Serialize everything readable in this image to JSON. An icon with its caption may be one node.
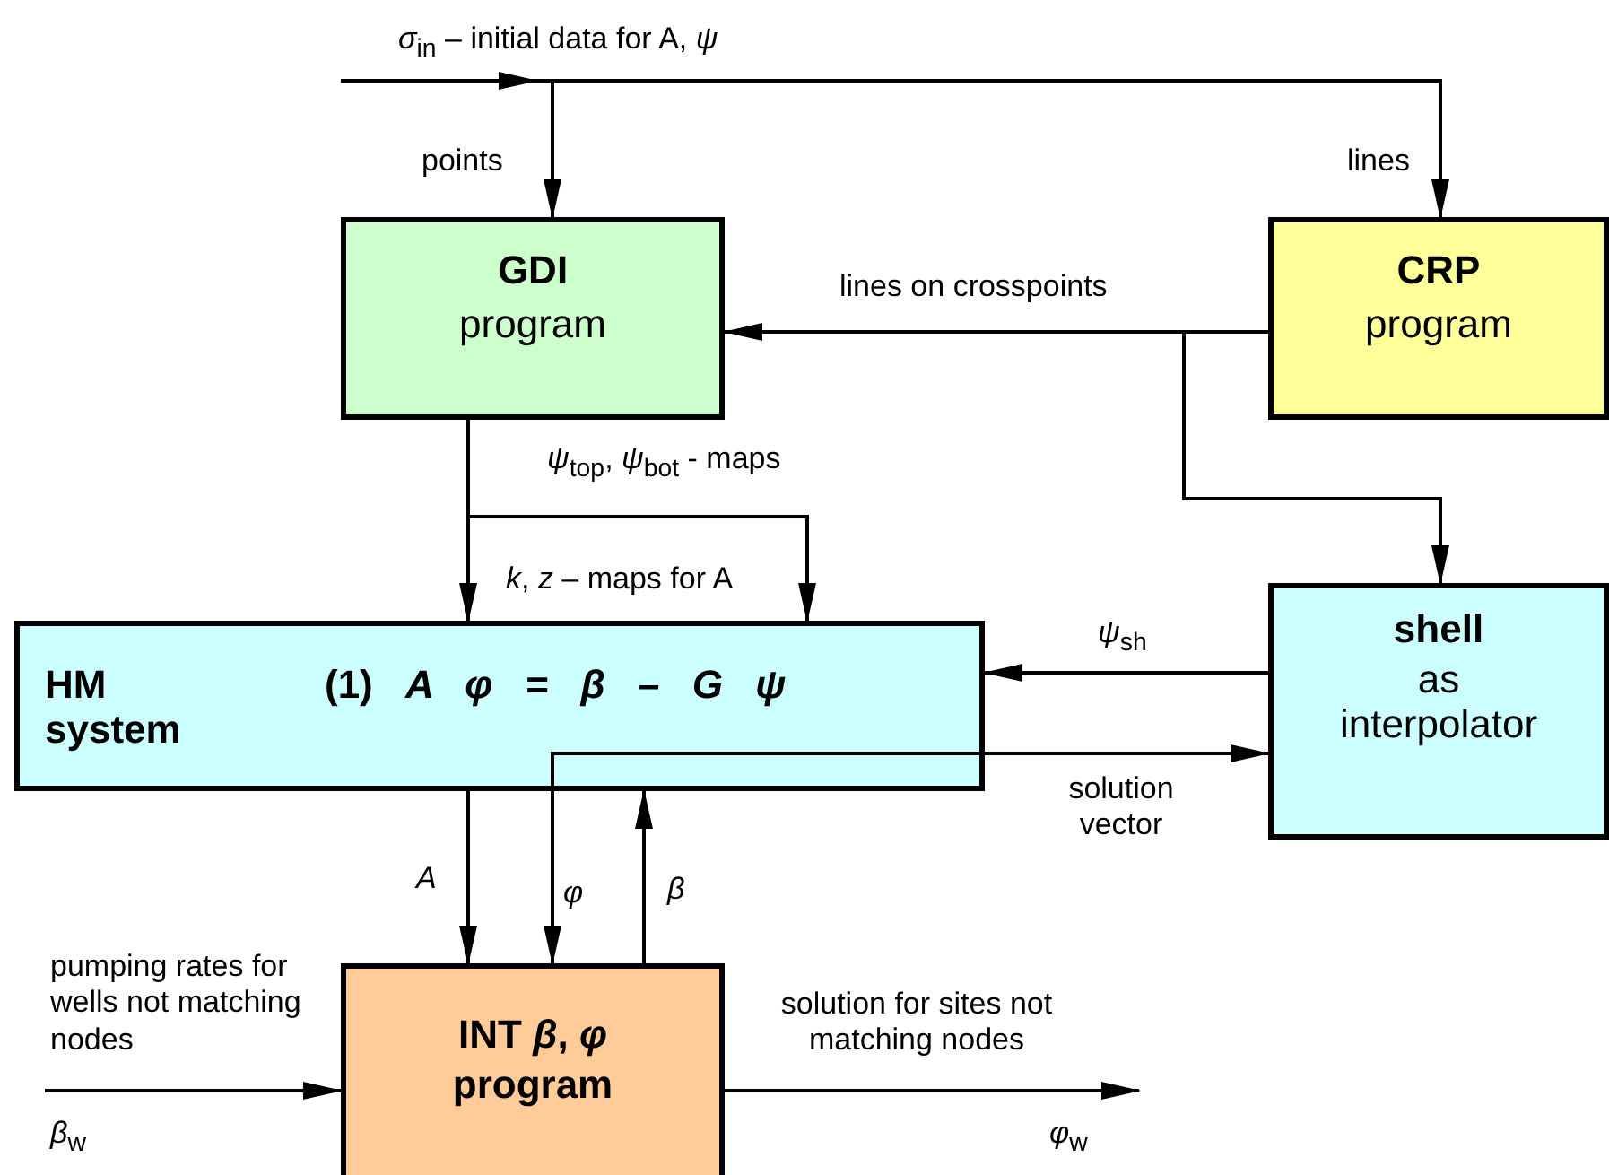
{
  "diagram": {
    "nodes": [
      {
        "text": [
          "GDI",
          "program"
        ]
      },
      {
        "text": [
          "CRP",
          "program"
        ]
      },
      {
        "text": [
          "HM system",
          "(1) *A φ = β – G ψ*"
        ]
      },
      {
        "text": [
          "shell",
          "as interpolator"
        ]
      },
      {
        "text": [
          "INT *β*, *φ*",
          "program"
        ]
      }
    ],
    "edges": [
      {
        "from": null,
        "to": 0,
        "arrow": "to",
        "label": "points"
      },
      {
        "from": null,
        "to": 1,
        "arrow": "to",
        "label": "lines"
      },
      {
        "from": 1,
        "to": 0,
        "arrow": "to",
        "label": "lines on crosspoints"
      },
      {
        "from": 1,
        "to": 3,
        "arrow": "to"
      },
      {
        "from": 0,
        "to": 2,
        "arrow": "to",
        "label": "*k*, *z* – maps for A"
      },
      {
        "from": 0,
        "to": 2,
        "arrow": "to",
        "label": "*ψ*$_{top}$, *ψ*$_{bot}$ -  maps"
      },
      {
        "from": 3,
        "to": 2,
        "arrow": "to",
        "label": "*ψ*$_{sh}$"
      },
      {
        "from": 2,
        "to": 3,
        "arrow": "to",
        "label": "solution vector"
      },
      {
        "from": 2,
        "to": 4,
        "arrow": "to",
        "label": "φ"
      },
      {
        "from": 2,
        "to": 4,
        "arrow": "to",
        "label": "A"
      },
      {
        "from": 4,
        "to": 2,
        "arrow": "to",
        "label": "β"
      },
      {
        "from": null,
        "to": 4,
        "arrow": "to",
        "label": "pumping rates for wells not matching nodes"
      },
      {
        "from": 4,
        "to": null,
        "arrow": "to",
        "label": "solution for sites not matching nodes"
      }
    ],
    "labels": [
      "*σ*$_{in}$ – initial data for A, *ψ*",
      "*β*$_{w}$",
      "*φ*$_{w}$"
    ]
  }
}
